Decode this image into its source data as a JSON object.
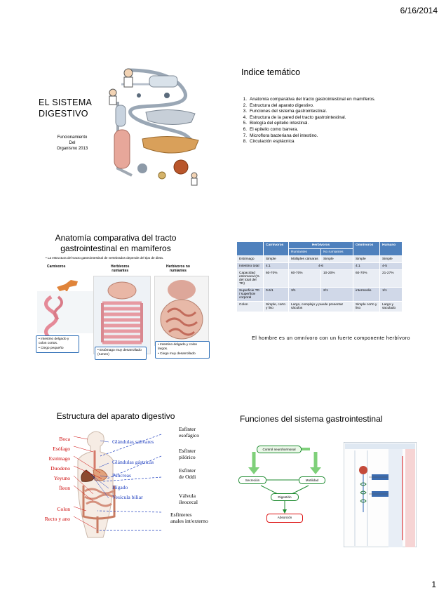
{
  "header": {
    "date": "6/16/2014"
  },
  "footer": {
    "page_number": "1"
  },
  "slide1": {
    "title_lines": [
      "EL SISTEMA",
      "DIGESTIVO"
    ],
    "subtitle_lines": [
      "Funcionamiento",
      "Del",
      "Organismo 2013"
    ]
  },
  "slide2": {
    "title": "Indice temático",
    "items": [
      {
        "num": "1.",
        "text": "Anatomía comparativa del tracto gastrointestinal en mamíferos."
      },
      {
        "num": "2.",
        "text": "Estructura del aparato digestivo."
      },
      {
        "num": "3.",
        "text": "Funciones del sistema gastrointestinal."
      },
      {
        "num": "4.",
        "text": "Estructura de la pared del tracto gastrointestinal."
      },
      {
        "num": "5.",
        "text": "Biología del epitelio intestinal."
      },
      {
        "num": "6.",
        "text": "El epitelio como barrera."
      },
      {
        "num": "7.",
        "text": "Microflora bacteriana del intestino."
      },
      {
        "num": "8.",
        "text": "Circulación esplácnica"
      }
    ]
  },
  "slide3": {
    "title_lines": [
      "Anatomía comparativa del tracto",
      "gastrointestinal en mamíferos"
    ],
    "bullet": "La estructura del tracto gastrointestinal de vertebrados depende del tipo de dieta.",
    "col_carnivoros": "Carnívoros",
    "col_herb_rum": [
      "Herbívoros",
      "rumiantes"
    ],
    "col_herb_norum": [
      "Herbívoros no",
      "rumiantes"
    ],
    "callout_left": [
      "Intestino delgado y colon cortos.",
      "Ciego pequeño"
    ],
    "callout_mid": [
      "Estómago muy desarrollado (rumen)"
    ],
    "callout_right": [
      "Intestino delgado y colon largos.",
      "Ciego muy desarrollado"
    ]
  },
  "slide4": {
    "headers": [
      "",
      "Carnívoros",
      "Herbívoros",
      "Omnívoros",
      "Humano"
    ],
    "subheaders": [
      "Rumiantes",
      "No rumiantes"
    ],
    "rows": [
      [
        "Estómago",
        "Simple",
        "Múltiples cámaras",
        "Simple",
        "Simple",
        "Simple"
      ],
      [
        "Intestino total",
        "4:1",
        "",
        "4-6",
        "4:1",
        "4-5"
      ],
      [
        "Capacidad estomacal (% del total del TD)",
        "60-70%",
        "60-70%",
        "10-20%",
        "60-70%",
        "21-27%"
      ],
      [
        "Superficie TD / superficie corporal",
        "0.6/1",
        "3/1",
        "2/1",
        "intermedio",
        "1/1"
      ],
      [
        "Colon",
        "Simple, corto y liso",
        "Largo, complejo y puede presentar sáculos",
        "",
        "Simple corto y liso",
        "Largo y saculado"
      ]
    ],
    "caption": "El hombre es un omnívoro con un fuerte componente herbívoro"
  },
  "slide5": {
    "title": "Estructura del aparato digestivo",
    "organs_red": [
      "Boca",
      "Esófago",
      "Estómago",
      "Duodeno",
      "Yeyuno",
      "Íleon",
      "Colon",
      "Recto y ano"
    ],
    "organs_blue": [
      "Glándulas salivares",
      "Glándulas gástricas",
      "Páncreas",
      "Hígado",
      "Vesícula biliar"
    ],
    "sphincters": [
      [
        "Esfínter",
        "esofágico"
      ],
      [
        "Esfínter",
        "pilórico"
      ],
      [
        "Esfínter",
        "de Oddi"
      ],
      [
        "Válvula",
        "ileocecal"
      ],
      [
        "Esfínteres",
        "anales int/externo"
      ]
    ]
  },
  "slide6": {
    "title": "Funciones del sistema gastrointestinal",
    "flow": {
      "control": "Control neurohormonal",
      "secrecion": "Secreción",
      "motilidad": "Motilidad",
      "digestion": "Digestión",
      "absorcion": "Absorción"
    }
  },
  "colors": {
    "table_header": "#4f81bd",
    "table_row_a": "#d0d8e8",
    "table_row_b": "#e9edf4",
    "organ_red": "#cc0000",
    "organ_blue": "#1f3fbf",
    "flow_green": "#1c8a2e",
    "flow_red": "#dd1111"
  }
}
